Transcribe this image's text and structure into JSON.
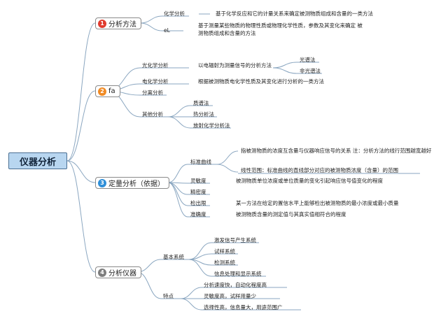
{
  "root": {
    "label": "仪器分析"
  },
  "branches": [
    {
      "number": "1",
      "badge_color": "#e03b2e",
      "label": "分析方法",
      "children": [
        {
          "label": "化学分析",
          "desc": "基于化学反应和它的计量关系来确定被测物质组成和含量的一类方法"
        },
        {
          "label": "eL",
          "desc": "基于测量某些物质的物理性质或物理化学性质，参数及其变化来确定 被测物质组成和含量的方法"
        }
      ]
    },
    {
      "number": "2",
      "badge_color": "#f08a24",
      "label": "fa",
      "children": [
        {
          "label": "光化学分析",
          "desc": "以电辐射为测量信号的分析方法",
          "sub": [
            "光谱法",
            "非光谱法"
          ]
        },
        {
          "label": "电化学分析",
          "desc": "根据被测物质电化学性质及其变化进行分析的一类方法"
        },
        {
          "label": "分离分析"
        },
        {
          "label": "其他分析",
          "sub": [
            "质谱法",
            "热分析法",
            "放射化学分析法"
          ]
        }
      ]
    },
    {
      "number": "3",
      "badge_color": "#2f8fd8",
      "label": "定量分析（依据）",
      "children": [
        {
          "label": "标准曲线",
          "sub": [
            "指被测物质的浓度互含量与仪器响应信号的关系 注：分析方法的线行范围越宽越好",
            "线性范围：标准曲线的直线部分对应的被测物质浓度（含量）的范围"
          ]
        },
        {
          "label": "灵敏度",
          "desc": "被测物质单位浓度或单位质量的变化引起响应信号值变化的程度"
        },
        {
          "label": "精密度"
        },
        {
          "label": "检出限",
          "desc": "某一方法在给定的置信水平上能够检出被测物质的最小浓度或最小质量"
        },
        {
          "label": "准确度",
          "desc": "被测物质含量的测定值与其真实值相符合的程度"
        }
      ]
    },
    {
      "number": "4",
      "badge_color": "#7d7d7d",
      "label": "分析仪器",
      "children": [
        {
          "label": "基本系统",
          "sub": [
            "激发信号产生系统",
            "试样系统",
            "检测系统",
            "信息处理和显示系统"
          ]
        },
        {
          "label": "特点",
          "sub": [
            "分析速度快，自动化程度高",
            "灵敏度高，试样用量少",
            "选择性高，信息量大，用途范围广"
          ]
        }
      ]
    }
  ],
  "colors": {
    "line": "#8aa6c0",
    "root_fill": "#b8d6f0"
  }
}
